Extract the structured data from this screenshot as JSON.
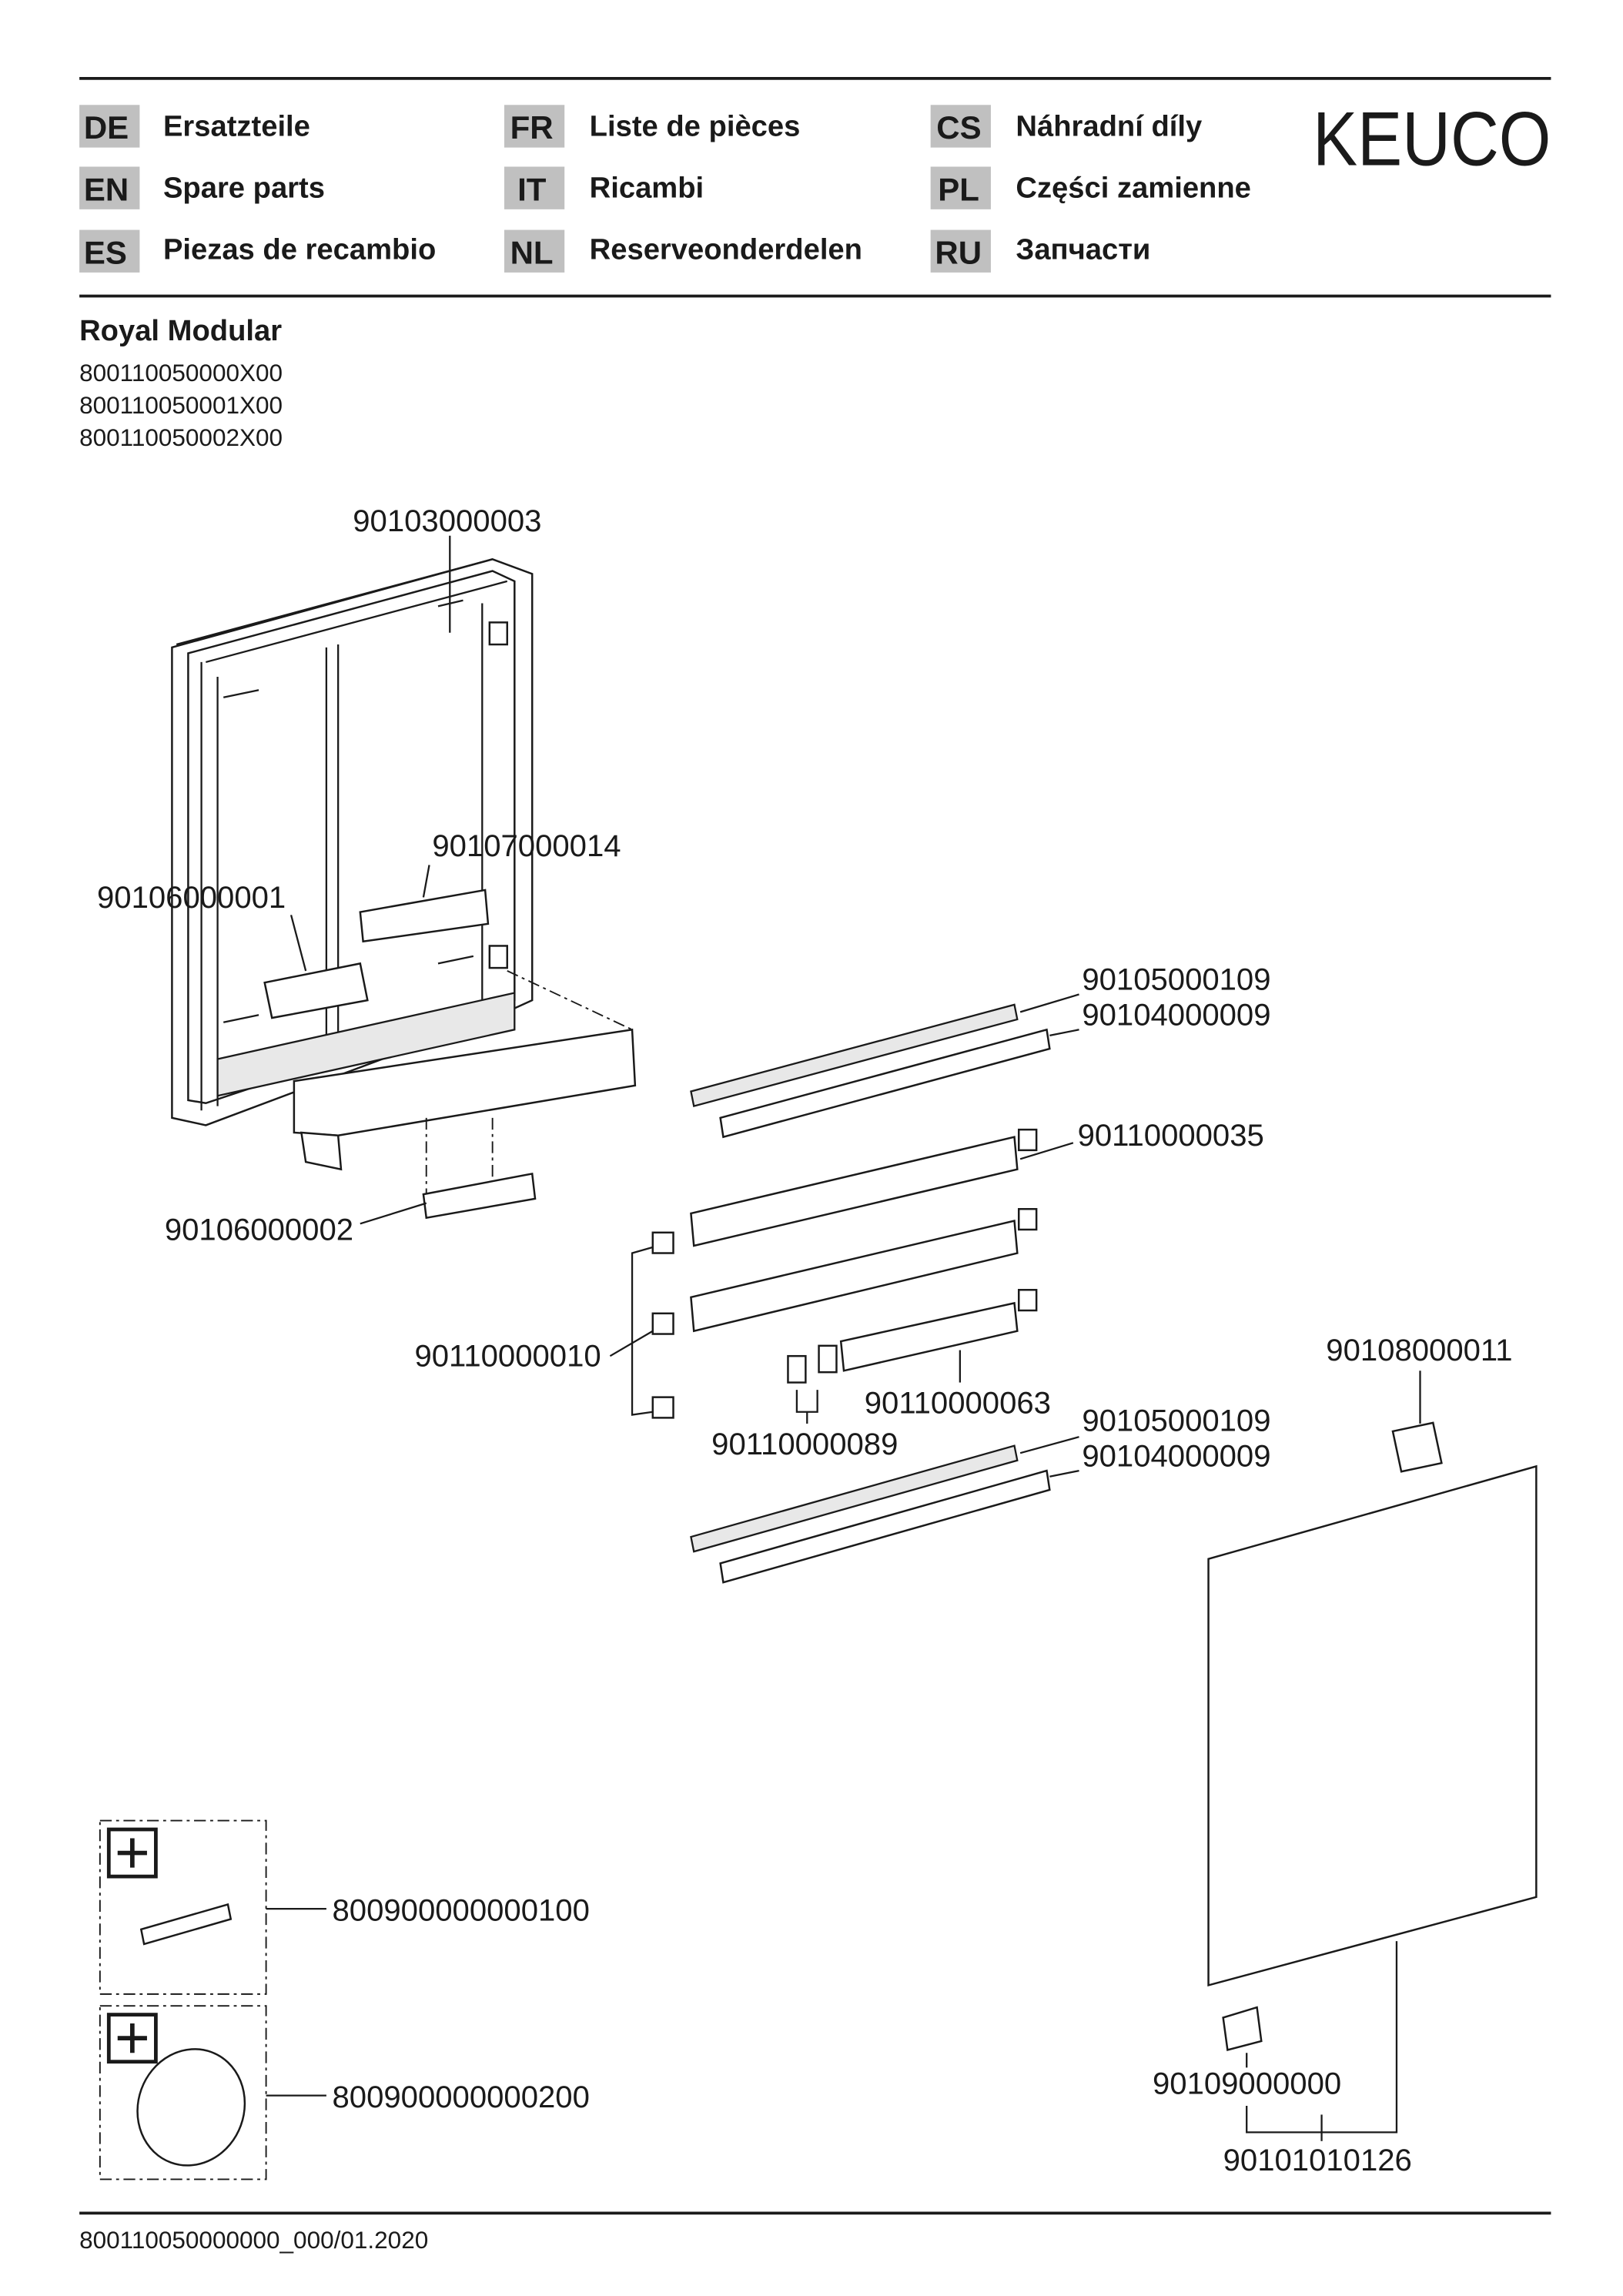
{
  "header": {
    "brand": "KEUCO",
    "languages": [
      {
        "code": "DE",
        "label": "Ersatzteile"
      },
      {
        "code": "EN",
        "label": "Spare parts"
      },
      {
        "code": "ES",
        "label": "Piezas de recambio"
      },
      {
        "code": "FR",
        "label": "Liste de pièces"
      },
      {
        "code": "IT",
        "label": "Ricambi"
      },
      {
        "code": "NL",
        "label": "Reserveonderdelen"
      },
      {
        "code": "CS",
        "label": "Náhradní díly"
      },
      {
        "code": "PL",
        "label": "Części zamienne"
      },
      {
        "code": "RU",
        "label": "Запчасти"
      }
    ],
    "code_bg": "#c0c0c0"
  },
  "product": {
    "name": "Royal Modular",
    "articles": [
      "800110050000X00",
      "800110050001X00",
      "800110050002X00"
    ]
  },
  "parts": {
    "frame_screw": "90103000003",
    "driver": "90107000014",
    "control_unit": "90106000001",
    "led_strip_top": "90105000109",
    "profile_top": "90104000009",
    "shelf_clip": "90110000035",
    "switch": "90106000002",
    "shelf_holder": "90110000010",
    "door_hinge": "90108000011",
    "small_shelf": "90110000063",
    "double_holder": "90110000089",
    "led_strip_bottom": "90105000109",
    "profile_bottom": "90104000009",
    "accessory_1": "800900000000100",
    "accessory_2": "800900000000200",
    "door_bracket": "90109000000",
    "mirror_door": "90101010126"
  },
  "footer": {
    "doc_number": "800110050000000_000/01.2020"
  }
}
